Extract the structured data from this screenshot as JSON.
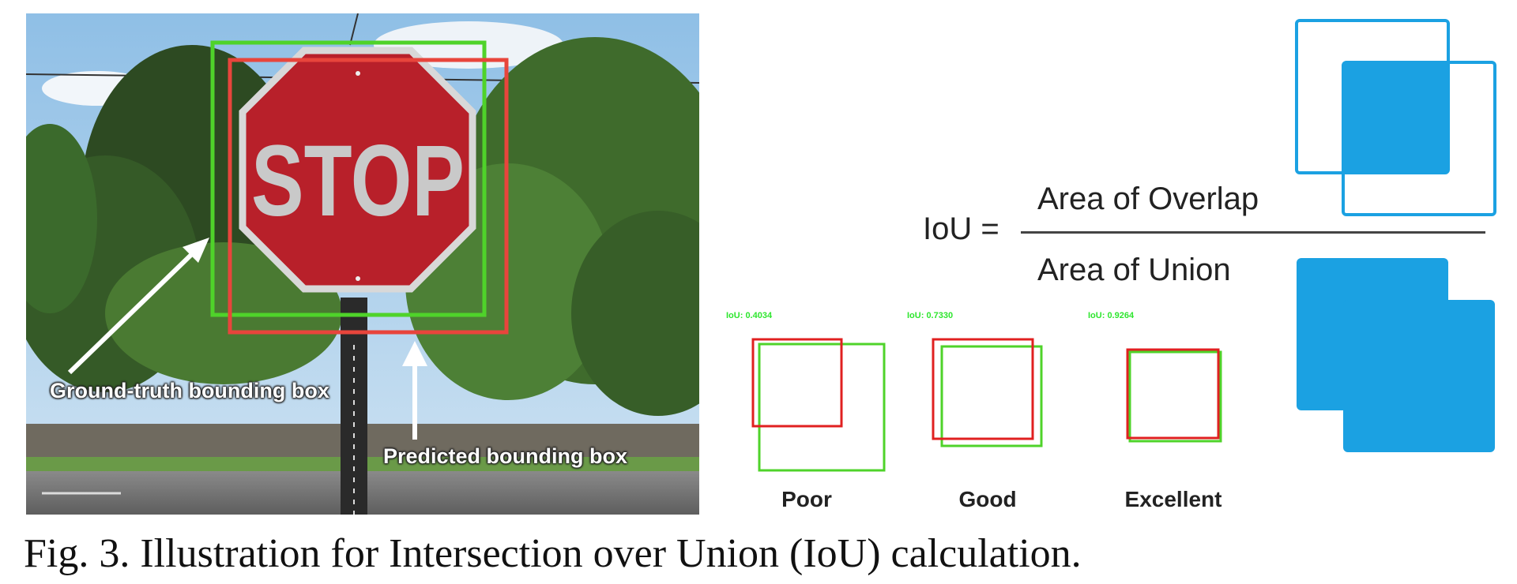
{
  "photo": {
    "sign_text": "STOP",
    "ground_truth_label": "Ground-truth bounding box",
    "predicted_label": "Predicted bounding box",
    "ground_truth_color": "#4fd32a",
    "predicted_color": "#e8453c"
  },
  "formula": {
    "lhs": "IoU =",
    "numerator": "Area of Overlap",
    "denominator": "Area of Union",
    "color": "#1ba1e2"
  },
  "examples": [
    {
      "iou_text": "IoU: 0.4034",
      "label": "Poor"
    },
    {
      "iou_text": "IoU: 0.7330",
      "label": "Good"
    },
    {
      "iou_text": "IoU: 0.9264",
      "label": "Excellent"
    }
  ],
  "caption": "Fig. 3.   Illustration for Intersection over Union (IoU) calculation."
}
